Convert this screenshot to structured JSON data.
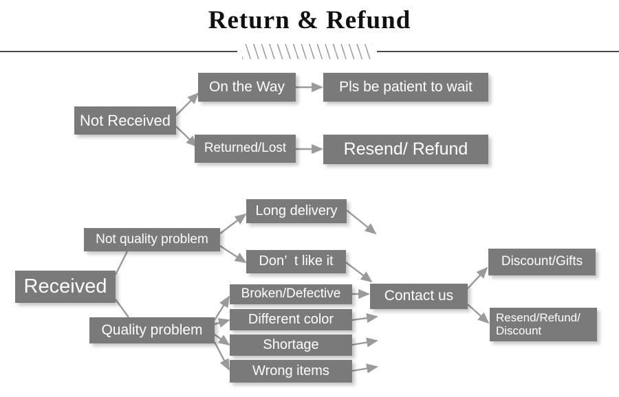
{
  "header": {
    "title": "Return & Refund",
    "divider_icon": "hatched-rule-divider"
  },
  "diagram": {
    "type": "flowchart",
    "box_color": "#7a7a7a",
    "text_color": "#ffffff",
    "connector_color": "#9a9a9a",
    "nodes": {
      "not_received": "Not Received",
      "on_the_way": "On the Way",
      "pls_wait": "Pls be patient to wait",
      "returned_lost": "Returned/Lost",
      "resend_refund": "Resend/ Refund",
      "received": "Received",
      "not_quality_problem": "Not quality problem",
      "quality_problem": "Quality problem",
      "long_delivery": "Long delivery",
      "dont_like_it": "Don’  t like it",
      "broken_defective": "Broken/Defective",
      "different_color": "Different color",
      "shortage": "Shortage",
      "wrong_items": "Wrong items",
      "contact_us": "Contact us",
      "discount_gifts": "Discount/Gifts",
      "resend_refund_discount": "Resend/Refund/\nDiscount"
    },
    "edges": [
      {
        "from": "not_received",
        "to": "on_the_way",
        "arrow": true
      },
      {
        "from": "not_received",
        "to": "returned_lost",
        "arrow": true
      },
      {
        "from": "on_the_way",
        "to": "pls_wait",
        "arrow": true
      },
      {
        "from": "returned_lost",
        "to": "resend_refund",
        "arrow": true
      },
      {
        "from": "received",
        "to": "not_quality_problem",
        "arrow": false
      },
      {
        "from": "received",
        "to": "quality_problem",
        "arrow": false
      },
      {
        "from": "not_quality_problem",
        "to": "long_delivery",
        "arrow": true
      },
      {
        "from": "not_quality_problem",
        "to": "dont_like_it",
        "arrow": true
      },
      {
        "from": "quality_problem",
        "to": "broken_defective",
        "arrow": true
      },
      {
        "from": "quality_problem",
        "to": "different_color",
        "arrow": true
      },
      {
        "from": "quality_problem",
        "to": "shortage",
        "arrow": true
      },
      {
        "from": "quality_problem",
        "to": "wrong_items",
        "arrow": true
      },
      {
        "from": "long_delivery",
        "to": "contact_us",
        "arrow": true
      },
      {
        "from": "dont_like_it",
        "to": "contact_us",
        "arrow": true
      },
      {
        "from": "broken_defective",
        "to": "contact_us",
        "arrow": true
      },
      {
        "from": "different_color",
        "to": "contact_us",
        "arrow": true
      },
      {
        "from": "shortage",
        "to": "contact_us",
        "arrow": true
      },
      {
        "from": "wrong_items",
        "to": "contact_us",
        "arrow": true
      },
      {
        "from": "contact_us",
        "to": "discount_gifts",
        "arrow": true
      },
      {
        "from": "contact_us",
        "to": "resend_refund_discount",
        "arrow": true
      }
    ]
  }
}
